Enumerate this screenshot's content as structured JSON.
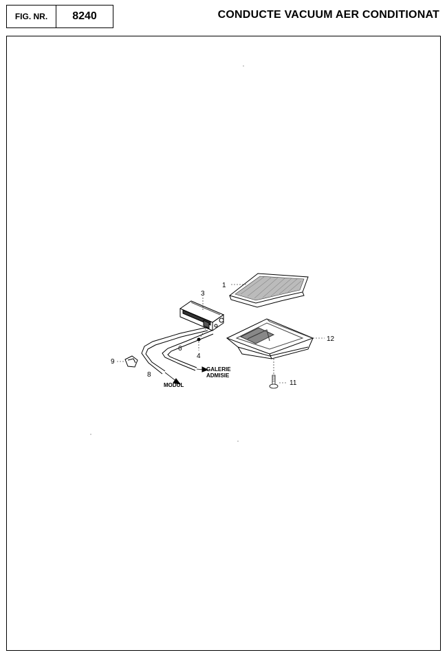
{
  "header": {
    "fig_label": "FIG. NR.",
    "fig_number": "8240",
    "title": "CONDUCTE VACUUM AER CONDITIONAT"
  },
  "diagram": {
    "callouts": [
      "1",
      "3",
      "12",
      "6",
      "4",
      "9",
      "8",
      "11"
    ],
    "notes": {
      "galerie": "GALERIE",
      "admisie": "ADMISIE",
      "modul": "MODUL"
    }
  }
}
